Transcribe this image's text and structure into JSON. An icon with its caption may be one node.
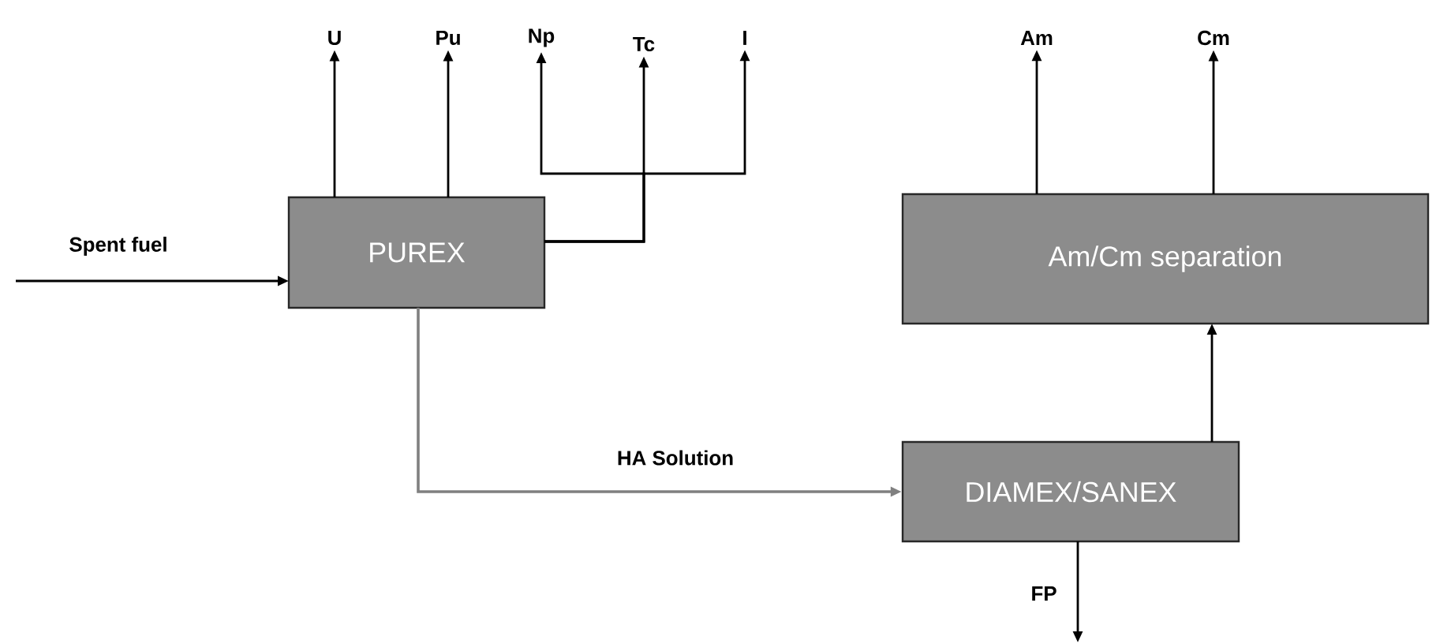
{
  "diagram": {
    "nodes": [
      {
        "text": [
          "U"
        ]
      },
      {
        "text": [
          "Pu"
        ]
      },
      {
        "text": [
          "Np"
        ]
      },
      {
        "text": [
          "Tc"
        ]
      },
      {
        "text": [
          "I"
        ]
      },
      {
        "text": [
          "Am"
        ]
      },
      {
        "text": [
          "Cm"
        ]
      },
      {
        "text": [
          "PUREX"
        ]
      },
      {
        "text": [
          "Am/Cm separation"
        ]
      },
      {
        "text": [
          "DIAMEX/SANEX"
        ]
      }
    ],
    "edges": [
      {
        "from": null,
        "to": 7,
        "arrow": "to",
        "label": "Spent fuel"
      },
      {
        "from": 7,
        "to": 0,
        "arrow": "to"
      },
      {
        "from": 7,
        "to": 1,
        "arrow": "to"
      },
      {
        "from": 7,
        "to": 2,
        "arrow": "to"
      },
      {
        "from": 7,
        "to": 3,
        "arrow": "to"
      },
      {
        "from": 7,
        "to": 4,
        "arrow": "to"
      },
      {
        "from": 8,
        "to": 5,
        "arrow": "to"
      },
      {
        "from": 8,
        "to": 6,
        "arrow": "to"
      },
      {
        "from": 7,
        "to": 9,
        "arrow": "to",
        "label": "HA Solution",
        "color": "#808080"
      },
      {
        "from": 9,
        "to": 8,
        "arrow": "to"
      },
      {
        "from": 9,
        "to": null,
        "arrow": "to",
        "label": "FP"
      }
    ]
  }
}
